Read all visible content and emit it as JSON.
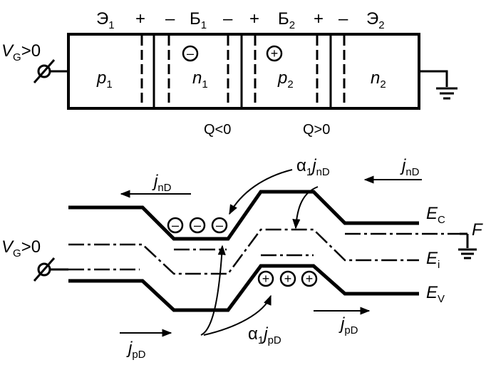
{
  "top": {
    "junction_labels": {
      "e1": "Э",
      "e1_sub": "1",
      "plus1": "+",
      "minus1": "–",
      "b1": "Б",
      "b1_sub": "1",
      "minus2": "–",
      "plus2": "+",
      "b2": "Б",
      "b2_sub": "2",
      "plus3": "+",
      "minus3": "–",
      "e2": "Э",
      "e2_sub": "2"
    },
    "regions": {
      "p1": "p",
      "p1_sub": "1",
      "n1": "n",
      "n1_sub": "1",
      "p2": "p",
      "p2_sub": "2",
      "n2": "n",
      "n2_sub": "2"
    },
    "gate_bias": {
      "v": "V",
      "sub": "G",
      "rest": ">0"
    },
    "charge_q_left": "Q<0",
    "charge_q_right": "Q>0",
    "minus_symbol": "–",
    "plus_symbol": "+"
  },
  "bottom": {
    "gate_bias": {
      "v": "V",
      "sub": "G",
      "rest": ">0"
    },
    "j_nD": {
      "j": "j",
      "sub": "nD"
    },
    "alpha_j_nD": {
      "alpha": "α",
      "alpha_sub": "1",
      "j": "j",
      "sub": "nD"
    },
    "j_pD": {
      "j": "j",
      "sub": "pD"
    },
    "alpha_j_pD": {
      "alpha": "α",
      "alpha_sub": "1",
      "j": "j",
      "sub": "pD"
    },
    "E_C": {
      "e": "E",
      "sub": "C"
    },
    "E_i": {
      "e": "E",
      "sub": "i"
    },
    "E_V": {
      "e": "E",
      "sub": "V"
    },
    "F": "F",
    "minus_symbol": "–",
    "plus_symbol": "+"
  }
}
